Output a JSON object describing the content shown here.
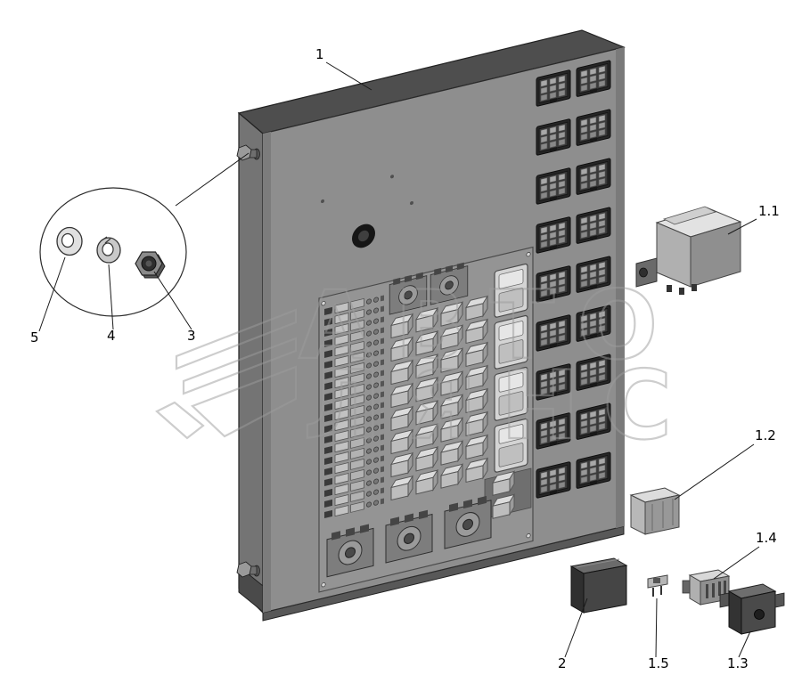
{
  "watermark": {
    "line1": "АВТО",
    "line2": "ЛЯНС"
  },
  "callouts": {
    "panel": "1",
    "relay_1_1": "1.1",
    "relay_1_2": "1.2",
    "relay_1_3": "1.3",
    "relay_1_4": "1.4",
    "fuse_1_5": "1.5",
    "relay_2": "2",
    "nut": "3",
    "spring_washer": "4",
    "washer": "5"
  }
}
